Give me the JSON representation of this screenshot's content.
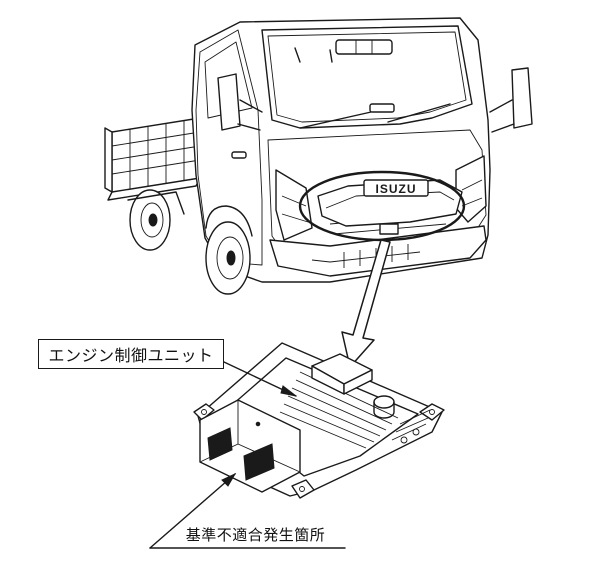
{
  "labels": {
    "ecu": "エンジン制御ユニット",
    "defect_location": "基準不適合発生箇所"
  },
  "logo_text": "ISUZU",
  "colors": {
    "line": "#1a1a1a",
    "background": "#ffffff"
  }
}
